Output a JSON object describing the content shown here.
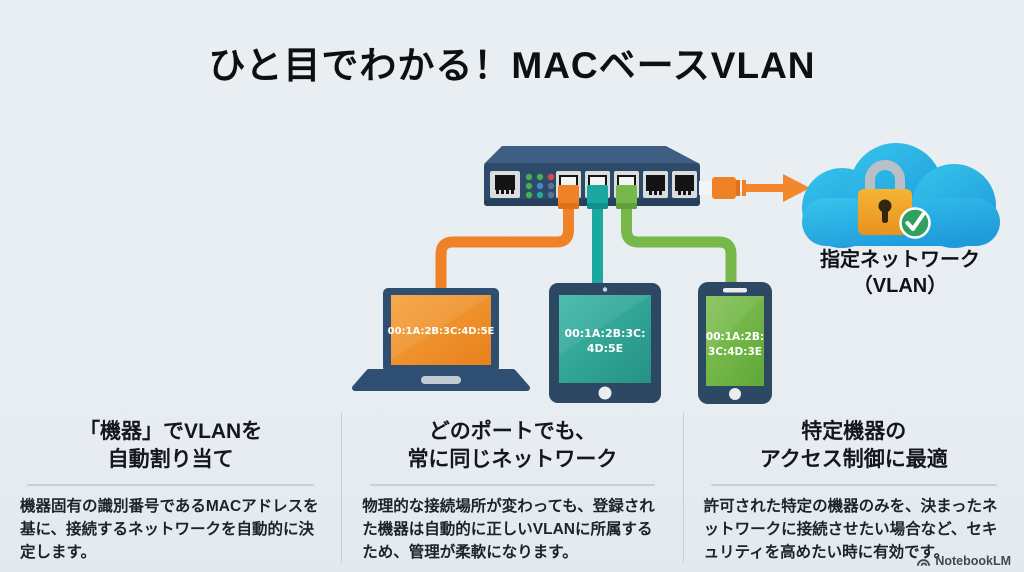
{
  "title": "ひと目でわかる！MACベースVLAN",
  "diagram": {
    "cloud_label_line1": "指定ネットワーク",
    "cloud_label_line2": "（VLAN）",
    "laptop_mac": "00:1A:2B:3C:4D:5E",
    "tablet_mac_line1": "00:1A:2B:3C:",
    "tablet_mac_line2": "4D:5E",
    "phone_mac_line1": "00:1A:2B:",
    "phone_mac_line2": "3C:4D:3E"
  },
  "columns": [
    {
      "heading_line1": "「機器」でVLANを",
      "heading_line2": "自動割り当て",
      "body": "機器固有の識別番号であるMACアドレスを基に、接続するネットワークを自動的に決定します。"
    },
    {
      "heading_line1": "どのポートでも、",
      "heading_line2": "常に同じネットワーク",
      "body": "物理的な接続場所が変わっても、登録された機器は自動的に正しいVLANに所属するため、管理が柔軟になります。"
    },
    {
      "heading_line1": "特定機器の",
      "heading_line2": "アクセス制御に最適",
      "body": "許可された特定の機器のみを、決まったネットワークに接続させたい場合など、セキュリティを高めたい時に有効です。"
    }
  ],
  "footer": {
    "brand": "NotebookLM"
  },
  "colors": {
    "background": "#e9eef2",
    "switch_navy": "#2e4a69",
    "device_navy": "#2c4863",
    "cable_orange": "#ef8227",
    "cable_teal": "#1ba8a1",
    "cable_green": "#77b84a",
    "cloud_blue": "#29b7e5",
    "lock_orange": "#f2a72e",
    "check_green": "#2fa05e",
    "screen_orange": "#e8821d",
    "screen_teal": "#2a9a8c",
    "screen_green": "#66ad3a"
  }
}
